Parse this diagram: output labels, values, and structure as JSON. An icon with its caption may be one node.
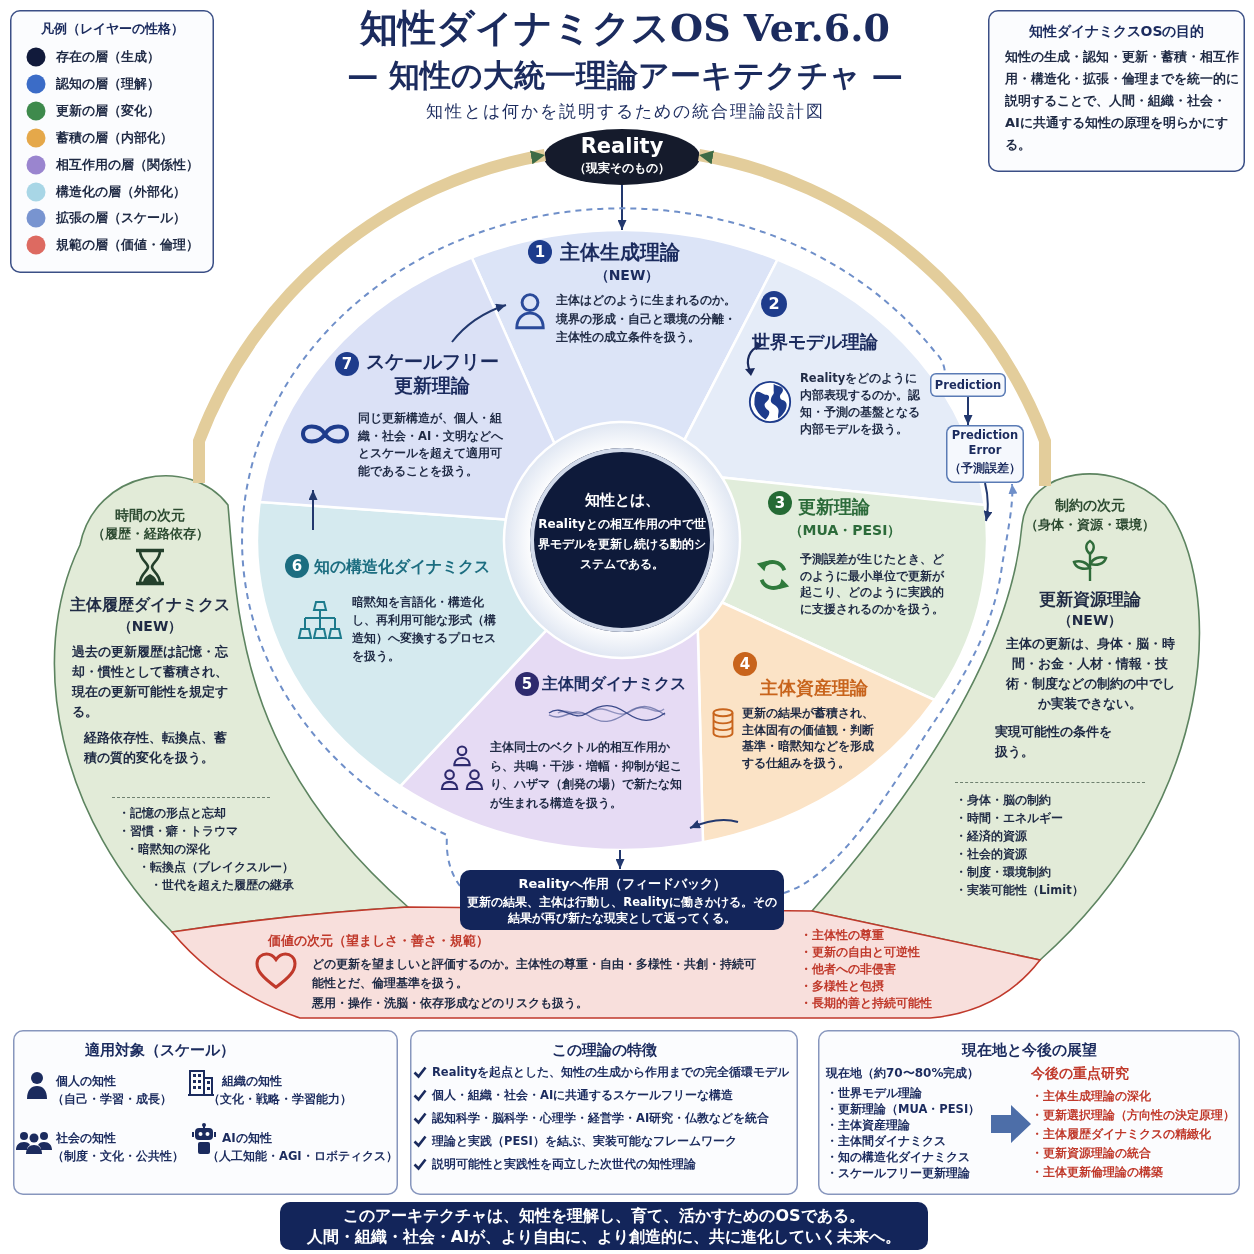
{
  "diagram": {
    "title": "知性ダイナミクスOS Ver.6.0",
    "nodes": [
      {
        "text": [
          "Reality",
          "（現実そのもの）"
        ]
      },
      {
        "text": [
          "1",
          "主体生成理論",
          "（NEW）",
          "主体はどのように生まれるのか。境界の形成・自己と環境の分離・主体性の成立条件を扱う。"
        ]
      },
      {
        "text": [
          "2",
          "世界モデル理論",
          "Realityをどのように内部表現するのか。認知・予測の基盤となる内部モデルを扱う。"
        ]
      },
      {
        "text": [
          "3",
          "更新理論",
          "（MUA・PESI）",
          "予測誤差が生じたとき、どのように最小単位で更新が起こり、どのように実践的に支援されるのかを扱う。"
        ]
      },
      {
        "text": [
          "4",
          "主体資産理論",
          "更新の結果が蓄積され、主体固有の価値観・判断基準・暗黙知などを形成する仕組みを扱う。"
        ]
      },
      {
        "text": [
          "5",
          "主体間ダイナミクス",
          "主体同士のベクトル的相互作用から、共鳴・干渉・増幅・抑制が起こり、ハザマ（創発の場）で新たな知が生まれる構造を扱う。"
        ]
      },
      {
        "text": [
          "6",
          "知の構造化ダイナミクス",
          "暗黙知を言語化・構造化し、再利用可能な形式（構造知）へ変換するプロセスを扱う。"
        ]
      },
      {
        "text": [
          "7",
          "スケールフリー更新理論",
          "同じ更新構造が、個人・組織・社会・AI・文明などへとスケールを超えて適用可能であることを扱う。"
        ]
      },
      {
        "text": [
          "知性とは、",
          "Realityとの相互作用の中で世界モデルを更新し続ける動的システムである。"
        ]
      },
      {
        "text": [
          "Prediction"
        ]
      },
      {
        "text": [
          "Prediction Error",
          "（予測誤差）"
        ]
      },
      {
        "text": [
          "時間の次元",
          "（履歴・経路依存）",
          "主体履歴ダイナミクス",
          "（NEW）",
          "過去の更新履歴は記憶・忘却・慣性として蓄積され、現在の更新可能性を規定する。",
          "経路依存性、転換点、蓄積の質的変化を扱う。",
          "・記憶の形点と忘却",
          "・習慣・癖・トラウマ",
          "・暗黙知の深化",
          "・転換点（ブレイクスルー）",
          "・世代を超えた履歴の継承"
        ]
      },
      {
        "text": [
          "制約の次元",
          "（身体・資源・環境）",
          "更新資源理論",
          "（NEW）",
          "主体の更新は、身体・脳・時間・お金・人材・情報・技術・制度などの制約の中でしか実装できない。",
          "実現可能性の条件を扱う。",
          "・身体・脳の制約",
          "・時間・エネルギー",
          "・経済的資源",
          "・社会的資源",
          "・制度・環境制約",
          "・実装可能性（Limit）"
        ]
      },
      {
        "text": [
          "価値の次元（望ましさ・善さ・規範）",
          "どの更新を望ましいと評価するのか。主体性の尊重・自由・多様性・共創・持続可能性とだ、倫理基準を扱う。",
          "悪用・操作・洗脳・依存形成などのリスクも扱う。",
          "・主体性の尊重",
          "・更新の自由と可逆性",
          "・他者への非侵害",
          "・多様性と包摂",
          "・長期的善と持続可能性"
        ]
      },
      {
        "text": [
          "Realityへ作用（フィードバック）",
          "更新の結果、主体は行動し、Realityに働きかける。その結果が再び新たな現実として返ってくる。"
        ]
      },
      {
        "text": [
          "適用対象（スケール）",
          "個人の知性",
          "（自己・学習・成長）",
          "組織の知性",
          "（文化・戦略・学習能力）",
          "社会の知性",
          "（制度・文化・公共性）",
          "AIの知性",
          "（人工知能・AGI・ロボティクス）"
        ]
      },
      {
        "text": [
          "この理論の特徴",
          "Realityを起点とした、知性の生成から作用までの完全循環モデル",
          "個人・組織・社会・AIに共通するスケールフリーな構造",
          "認知科学・脳科学・心理学・経営学・AI研究・仏教などを統合",
          "理論と実践（PESI）を結ぶ、実装可能なフレームワーク",
          "説明可能性と実践性を両立した次世代の知性理論"
        ]
      },
      {
        "text": [
          "現在地と今後の展望"
        ]
      },
      {
        "text": [
          "現在地（約70〜80%完成）",
          "・世界モデル理論",
          "・更新理論（MUA・PESI）",
          "・主体資産理論",
          "・主体間ダイナミクス",
          "・知の構造化ダイナミクス",
          "・スケールフリー更新理論"
        ],
        "in": 17
      },
      {
        "text": [
          "今後の重点研究",
          "・主体生成理論の深化",
          "・更新選択理論（方向性の決定原理）",
          "・主体履歴ダイナミクスの精緻化",
          "・更新資源理論の統合",
          "・主体更新倫理論の構築"
        ],
        "in": 17
      },
      {
        "text": [
          "このアーキテクチャは、知性を理解し、育て、活かすためのOSである。",
          "人間・組織・社会・AIが、より自由に、より創造的に、共に進化していく未来へ。"
        ]
      },
      {
        "text": [
          "知性ダイナミクスOSの目的",
          "知性の生成・認知・更新・蓄積・相互作用・構造化・拡張・倫理までを統一的に説明することで、人間・組織・社会・AIに共通する知性の原理を明らかにする。"
        ]
      }
    ],
    "edges": [
      {
        "from": 0,
        "to": 1,
        "arrow": "to"
      },
      {
        "from": 7,
        "to": 1,
        "arrow": "to"
      },
      {
        "from": 9,
        "to": 10,
        "arrow": "to"
      },
      {
        "from": 10,
        "to": 3,
        "arrow": "to"
      },
      {
        "from": 6,
        "to": 7,
        "arrow": "to"
      },
      {
        "from": 4,
        "to": 5,
        "arrow": "to"
      },
      {
        "from": 5,
        "to": 14,
        "arrow": "to"
      },
      {
        "from": 14,
        "to": 10,
        "arrow": "to",
        "style": "dashed",
        "color": "#6f8fc9"
      },
      {
        "from": 14,
        "to": 9,
        "arrow": "none",
        "style": "dashed",
        "color": "#6f8fc9"
      },
      {
        "from": 11,
        "to": 0,
        "arrow": "to",
        "style": "thick",
        "color": "#e3cd9b"
      },
      {
        "from": 12,
        "to": 0,
        "arrow": "to",
        "style": "thick",
        "color": "#e3cd9b"
      },
      {
        "from": 18,
        "to": 19,
        "arrow": "to",
        "style": "thick",
        "color": "#4d6ea8"
      }
    ],
    "labels": [
      "— 知性の大統一理論アーキテクチャ —",
      "知性とは何かを説明するための統合理論設計図",
      "凡例（レイヤーの性格）"
    ],
    "legend": [
      {
        "text": "存在の層（生成）",
        "color": "#111a3b"
      },
      {
        "text": "認知の層（理解）",
        "color": "#3b6cc7"
      },
      {
        "text": "更新の層（変化）",
        "color": "#3e8a4c"
      },
      {
        "text": "蓄積の層（内部化）",
        "color": "#e5a84a"
      },
      {
        "text": "相互作用の層（関係性）",
        "color": "#9a85cf"
      },
      {
        "text": "構造化の層（外部化）",
        "color": "#a8d6e6"
      },
      {
        "text": "拡張の層（スケール）",
        "color": "#7894d0"
      },
      {
        "text": "規範の層（価値・倫理）",
        "color": "#dd6a61"
      }
    ]
  }
}
